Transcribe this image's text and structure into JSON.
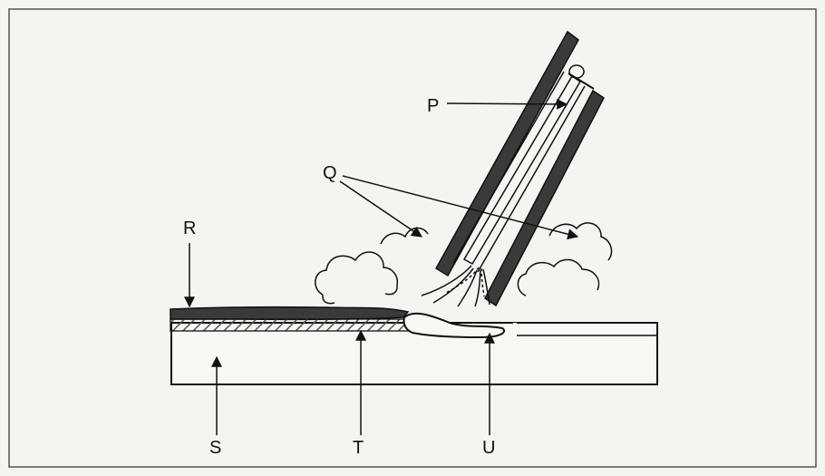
{
  "labels": {
    "p": "P",
    "q": "Q",
    "r": "R",
    "s": "S",
    "t": "T",
    "u": "U"
  },
  "colors": {
    "background": "#f4f4f1",
    "ink": "#111111",
    "dark_fill": "#3a3a3a",
    "hatch": "#555555",
    "plate_fill": "#f7f7f4"
  }
}
